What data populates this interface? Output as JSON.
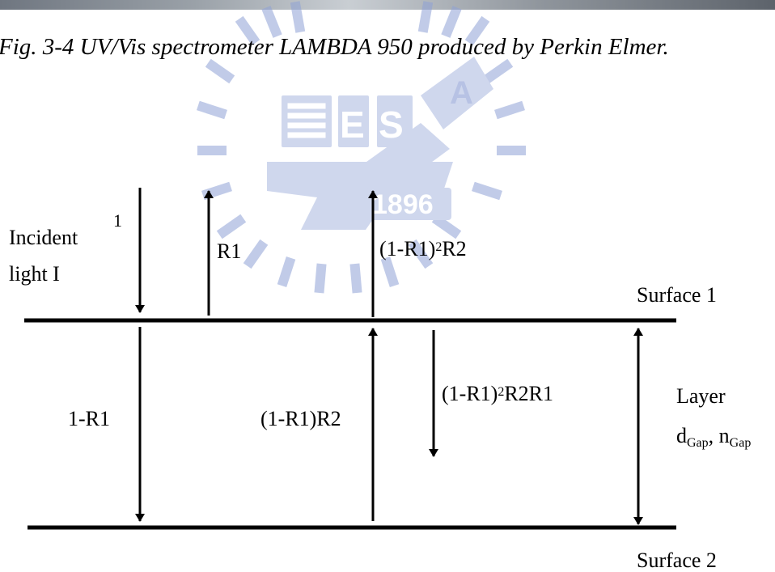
{
  "caption": "Fig. 3-4 UV/Vis spectrometer LAMBDA 950 produced by Perkin Elmer.",
  "watermark": {
    "letters": [
      "E",
      "S",
      "A"
    ],
    "year": "1896",
    "color": "#6f86c8"
  },
  "labels": {
    "incident_line1": "Incident",
    "incident_line2": "light I",
    "incident_sup": "1",
    "r1": "R1",
    "reflect2_base": "(1-R1)",
    "reflect2_exp": "2",
    "reflect2_tail": "R2",
    "surface1": "Surface 1",
    "surface2": "Surface 2",
    "transmit1": "1-R1",
    "transmit2": "(1-R1)R2",
    "internal_base": "(1-R1)",
    "internal_exp": "2",
    "internal_tail": "R2R1",
    "layer": "Layer",
    "d_main": "d",
    "d_sub": "Gap",
    "n_sep": ", ",
    "n_main": "n",
    "n_sub": "Gap"
  }
}
